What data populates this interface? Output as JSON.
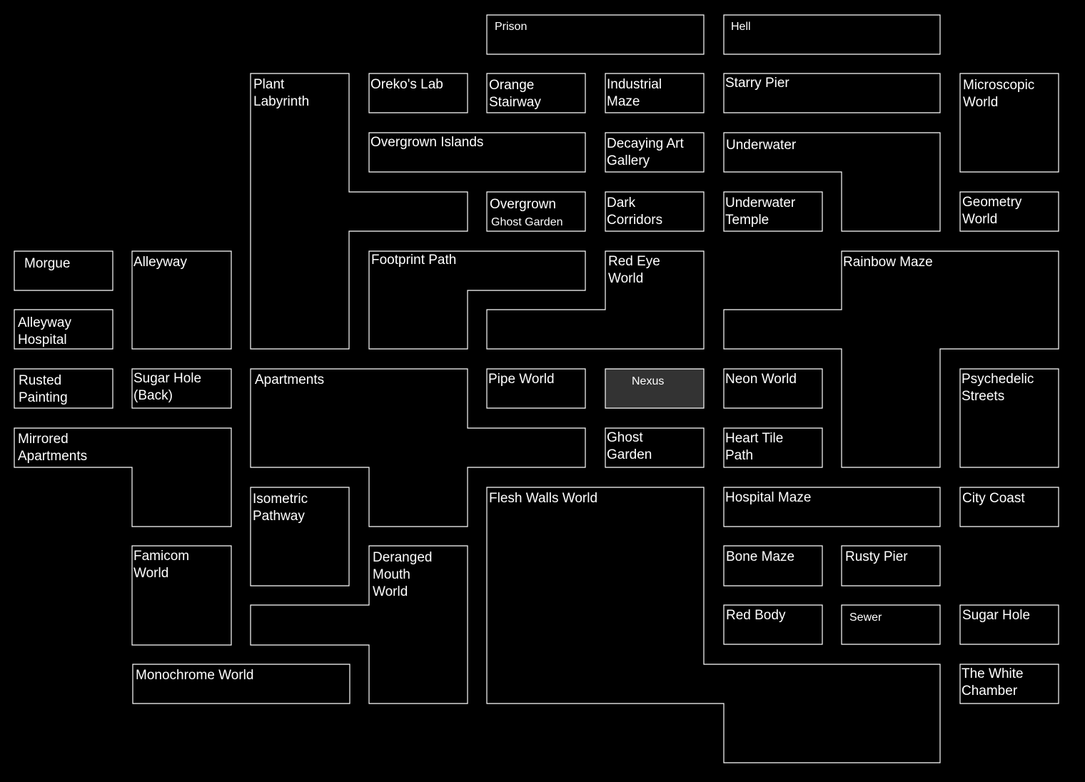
{
  "map": {
    "rooms": {
      "prison": [
        "Prison"
      ],
      "hell": [
        "Hell"
      ],
      "plant_labyrinth": [
        "Plant",
        "Labyrinth"
      ],
      "orekos_lab": [
        "Oreko's Lab"
      ],
      "orange_stairway": [
        "Orange",
        "Stairway"
      ],
      "industrial_maze": [
        "Industrial",
        "Maze"
      ],
      "starry_pier": [
        "Starry Pier"
      ],
      "microscopic_world": [
        "Microscopic",
        "World"
      ],
      "overgrown_islands": [
        "Overgrown Islands"
      ],
      "decaying_art_gallery": [
        "Decaying Art",
        "Gallery"
      ],
      "underwater": [
        "Underwater"
      ],
      "overgrown_ghost_garden": [
        "Overgrown",
        "Ghost Garden"
      ],
      "dark_corridors": [
        "Dark",
        "Corridors"
      ],
      "underwater_temple": [
        "Underwater",
        "Temple"
      ],
      "geometry_world": [
        "Geometry",
        "World"
      ],
      "morgue": [
        "Morgue"
      ],
      "alleyway": [
        "Alleyway"
      ],
      "footprint_path": [
        "Footprint Path"
      ],
      "red_eye_world": [
        "Red Eye",
        "World"
      ],
      "rainbow_maze": [
        "Rainbow Maze"
      ],
      "alleyway_hospital": [
        "Alleyway",
        "Hospital"
      ],
      "rusted_painting": [
        "Rusted",
        "Painting"
      ],
      "sugar_hole_back": [
        "Sugar Hole",
        "(Back)"
      ],
      "apartments": [
        "Apartments"
      ],
      "pipe_world": [
        "Pipe World"
      ],
      "nexus": [
        "Nexus"
      ],
      "neon_world": [
        "Neon World"
      ],
      "psychedelic_streets": [
        "Psychedelic",
        "Streets"
      ],
      "mirrored_apartments": [
        "Mirrored",
        "Apartments"
      ],
      "ghost_garden": [
        "Ghost",
        "Garden"
      ],
      "heart_tile_path": [
        "Heart Tile",
        "Path"
      ],
      "isometric_pathway": [
        "Isometric",
        "Pathway"
      ],
      "flesh_walls_world": [
        "Flesh Walls World"
      ],
      "hospital_maze": [
        "Hospital Maze"
      ],
      "city_coast": [
        "City Coast"
      ],
      "famicom_world": [
        "Famicom",
        "World"
      ],
      "deranged_mouth_world": [
        "Deranged",
        "Mouth",
        "World"
      ],
      "bone_maze": [
        "Bone Maze"
      ],
      "rusty_pier": [
        "Rusty Pier"
      ],
      "red_body": [
        "Red Body"
      ],
      "sewer": [
        "Sewer"
      ],
      "sugar_hole": [
        "Sugar Hole"
      ],
      "monochrome_world": [
        "Monochrome World"
      ],
      "the_white_chamber": [
        "The White",
        "Chamber"
      ]
    },
    "colors": {
      "background": "#000000",
      "border": "#ffffff",
      "text": "#ffffff",
      "nexus_fill": "#333333"
    }
  }
}
